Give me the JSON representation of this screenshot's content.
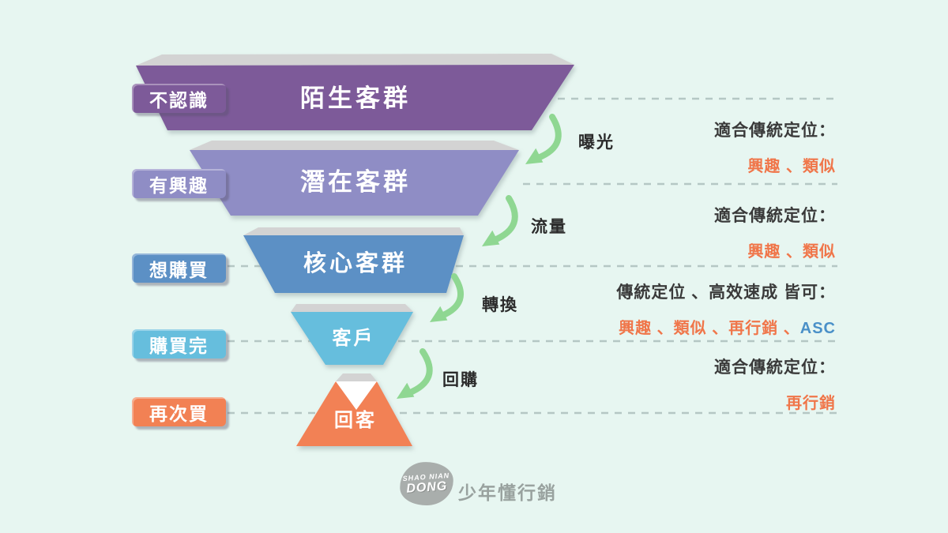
{
  "funnel": {
    "levels": [
      {
        "stage_label": "不認識",
        "layer_title": "陌生客群",
        "color": "#7d5a99"
      },
      {
        "stage_label": "有興趣",
        "layer_title": "潛在客群",
        "color": "#8f8dc5"
      },
      {
        "stage_label": "想購買",
        "layer_title": "核心客群",
        "color": "#5c90c5"
      },
      {
        "stage_label": "購買完",
        "layer_title": "客戶",
        "color": "#66bedd"
      },
      {
        "stage_label": "再次買",
        "layer_title": "回客",
        "color": "#f28154"
      }
    ]
  },
  "arrows": [
    {
      "label": "曝光"
    },
    {
      "label": "流量"
    },
    {
      "label": "轉換"
    },
    {
      "label": "回購"
    }
  ],
  "annotations": [
    {
      "title": "適合傳統定位：",
      "value": "興趣 、類似"
    },
    {
      "title": "適合傳統定位：",
      "value": "興趣 、類似"
    },
    {
      "title": "傳統定位 、高效速成 皆可：",
      "value_orange": "興趣 、類似 、再行銷 、",
      "value_blue": "ASC"
    },
    {
      "title": "適合傳統定位：",
      "value": "再行銷"
    }
  ],
  "logo": {
    "line1": "SHAO NIAN",
    "line2": "DONG",
    "brand_name": "少年懂行銷"
  },
  "colors": {
    "background": "#e7f6f1",
    "level1": "#7d5a99",
    "level2": "#8f8dc5",
    "level3": "#5c90c5",
    "level4": "#66bedd",
    "level5": "#f28154",
    "cap_gray": "#d3d3d3",
    "arrow_green": "#8fd792",
    "dashed_line": "#b5c7c4",
    "note_title": "#3a3a3a",
    "note_orange": "#f0764a",
    "note_blue": "#4a90c8",
    "logo_gray": "#a9aeac"
  }
}
